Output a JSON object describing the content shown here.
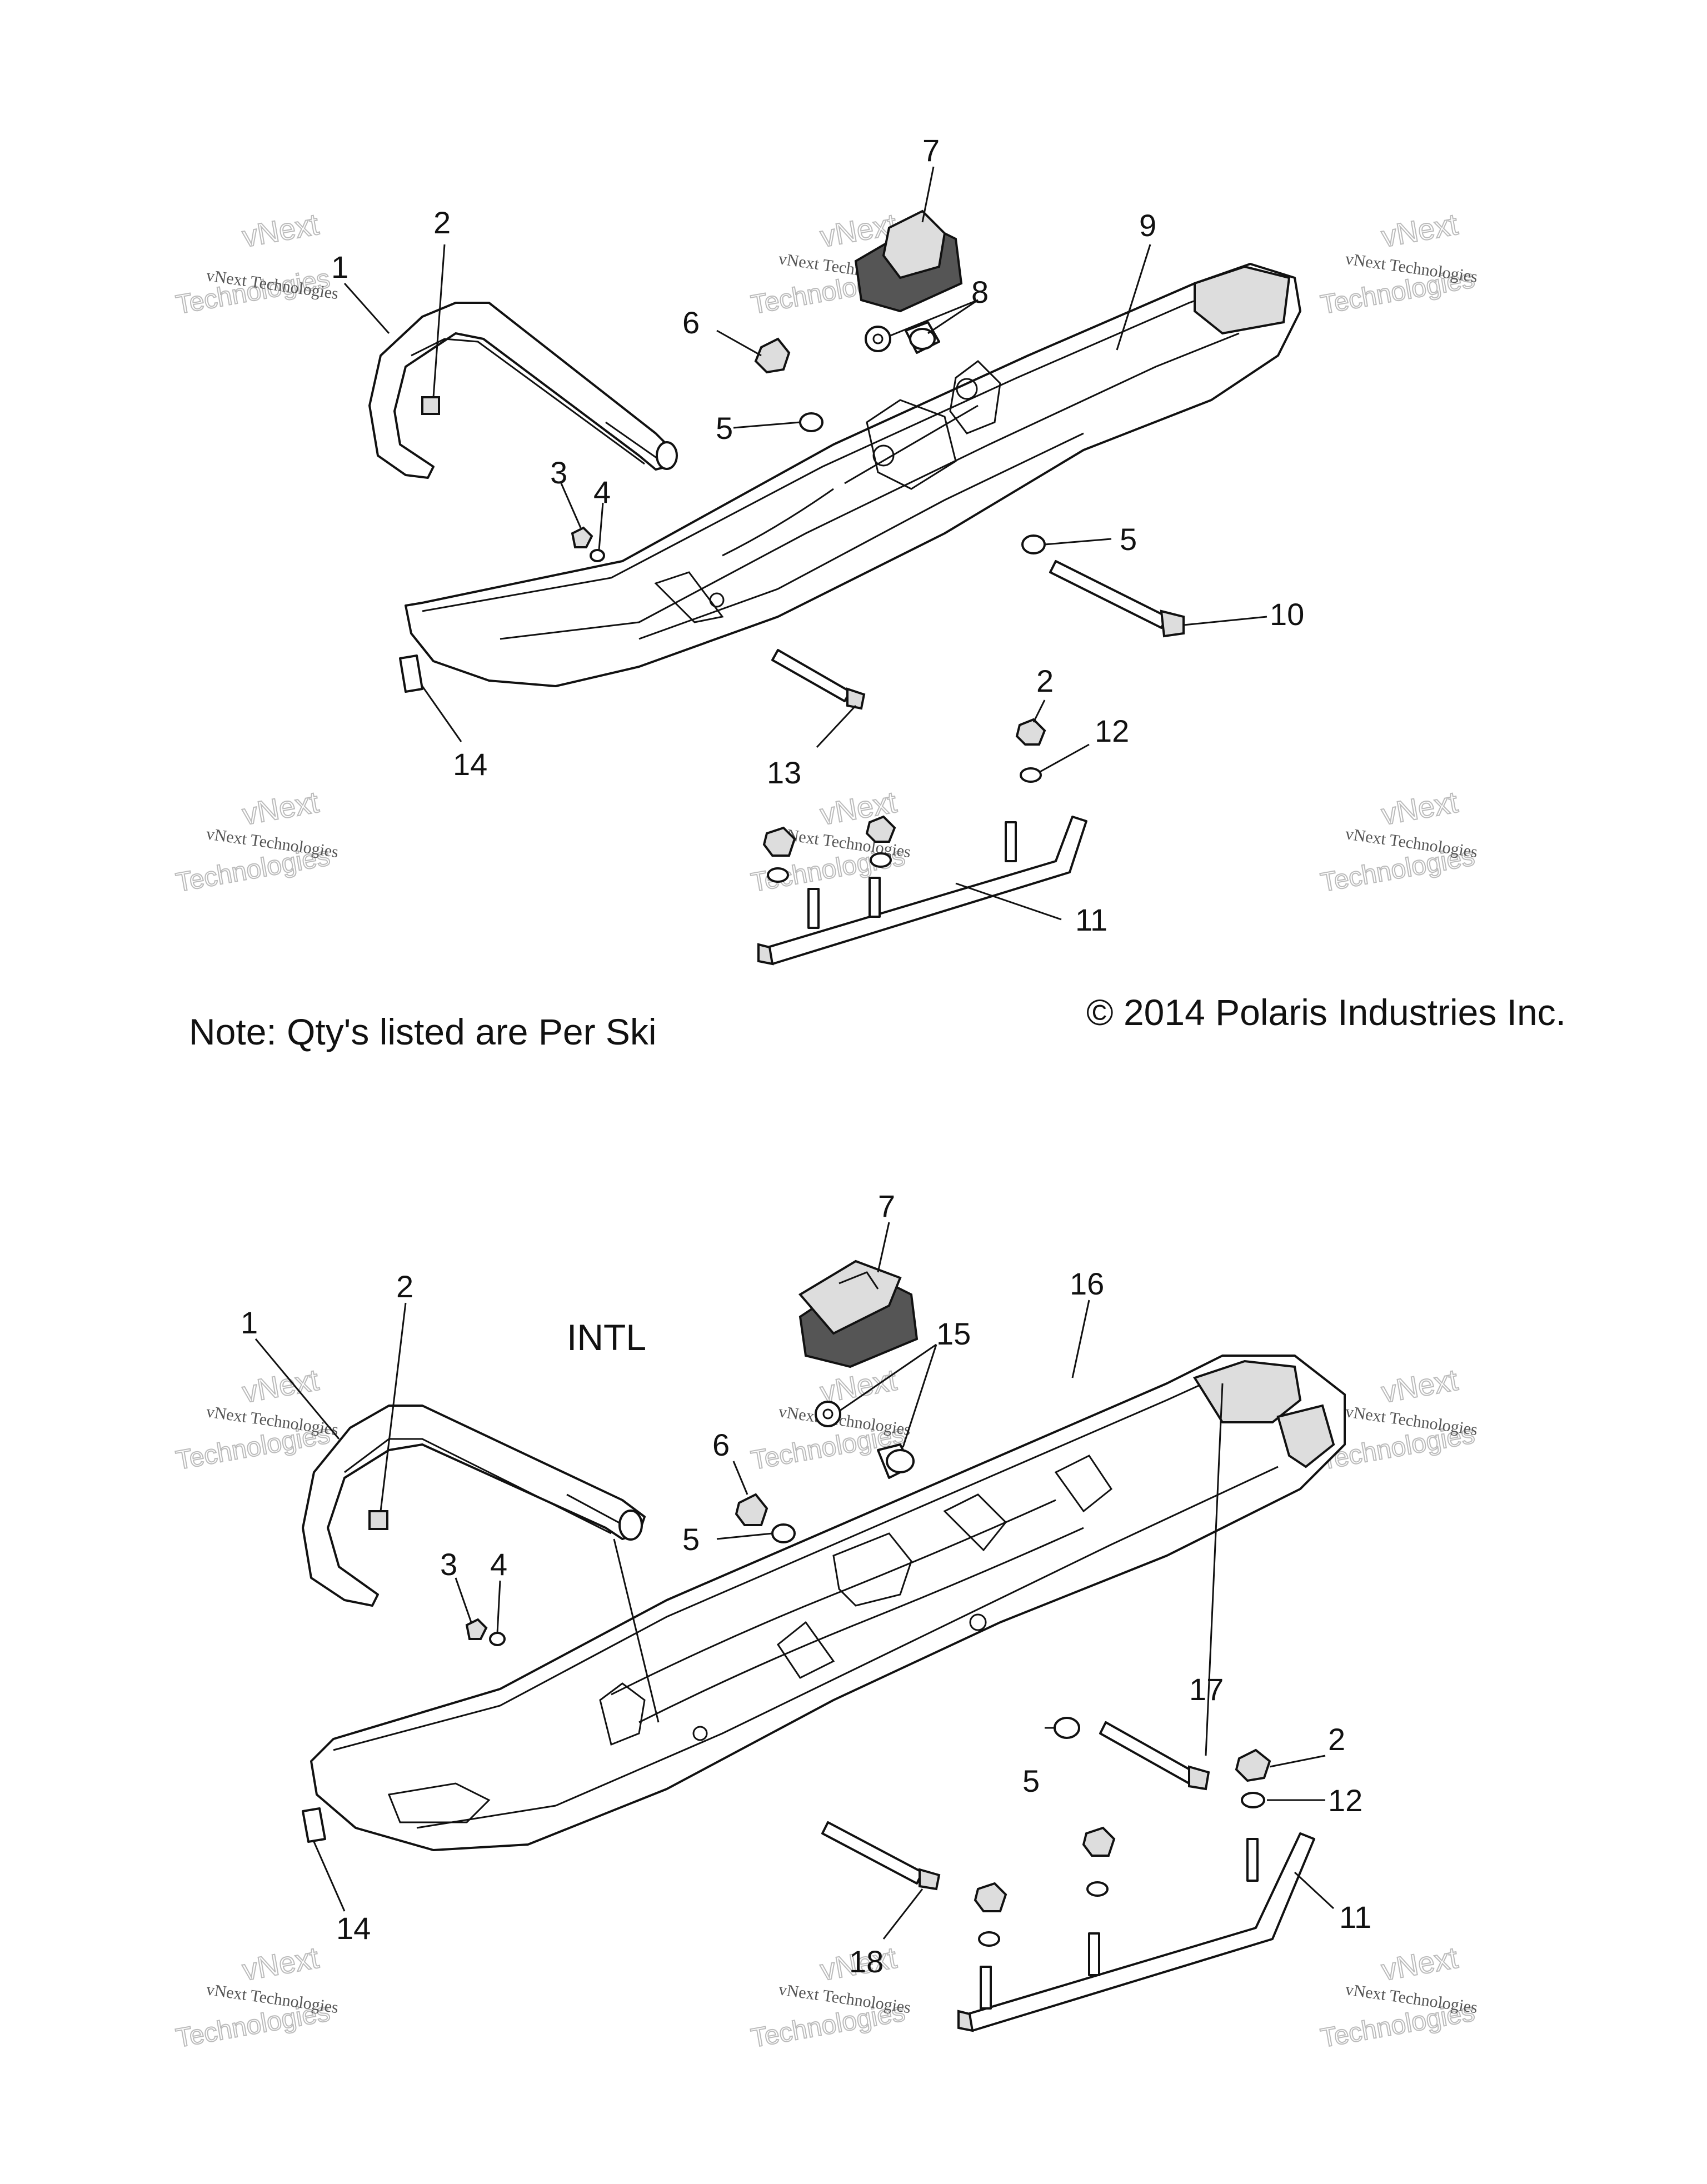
{
  "note": "Note: Qty's listed are Per Ski",
  "copyright": "© 2014 Polaris Industries Inc.",
  "intl_label": "INTL",
  "watermark": {
    "line1": "vNext Technologies",
    "line2": "vNext",
    "line3": "Technologies"
  },
  "callouts": {
    "top": [
      "1",
      "2",
      "3",
      "4",
      "5",
      "5",
      "6",
      "7",
      "8",
      "9",
      "10",
      "11",
      "12",
      "13",
      "14",
      "2"
    ],
    "bottom": [
      "1",
      "2",
      "3",
      "4",
      "5",
      "5",
      "6",
      "7",
      "15",
      "16",
      "17",
      "2",
      "12",
      "11",
      "14",
      "18"
    ]
  }
}
